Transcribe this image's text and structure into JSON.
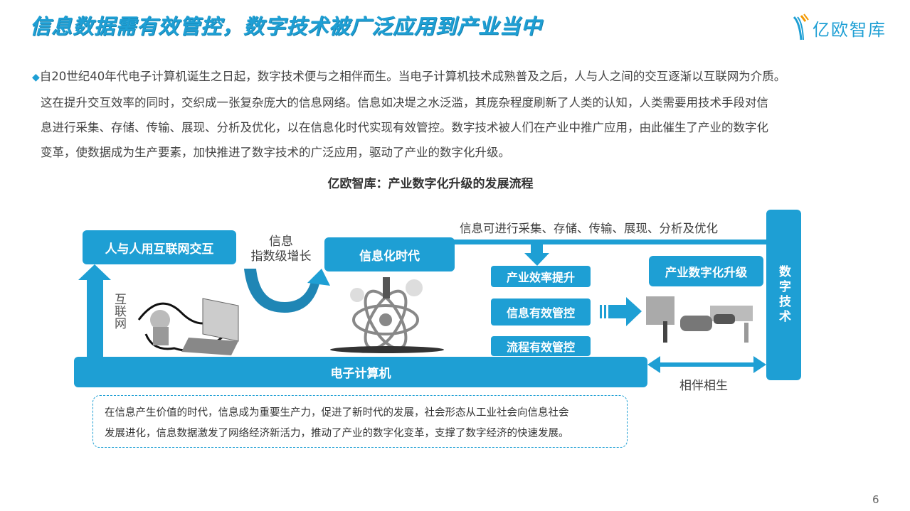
{
  "header": {
    "title": "信息数据需有效管控，数字技术被广泛应用到产业当中",
    "logo_text": "亿欧智库"
  },
  "intro": {
    "lines": [
      "自20世纪40年代电子计算机诞生之日起，数字技术便与之相伴而生。当电子计算机技术成熟普及之后，人与人之间的交互逐渐以互联网为介质。",
      "这在提升交互效率的同时，交织成一张复杂庞大的信息网络。信息如决堤之水泛滥，其庞杂程度刷新了人类的认知，人类需要用技术手段对信",
      "息进行采集、存储、传输、展现、分析及优化，以在信息化时代实现有效管控。数字技术被人们在产业中推广应用，由此催生了产业的数字化",
      "变革，使数据成为生产要素，加快推进了数字技术的广泛应用，驱动了产业的数字化升级。"
    ]
  },
  "diagram": {
    "title": "亿欧智库：产业数字化升级的发展流程",
    "internet_interaction": "人与人用互联网交互",
    "internet_label": "互联网",
    "growth_label_1": "信息",
    "growth_label_2": "指数级增长",
    "info_era": "信息化时代",
    "info_ops": "信息可进行采集、存储、传输、展现、分析及优化",
    "outcomes": [
      "产业效率提升",
      "信息有效管控",
      "流程有效管控"
    ],
    "industry_upgrade": "产业数字化升级",
    "digital_tech": "数字技术",
    "computer": "电子计算机",
    "coexist": "相伴相生",
    "summary": [
      "在信息产生价值的时代，信息成为重要生产力，促进了新时代的发展，社会形态从工业社会向信息社会",
      "发展进化，信息数据激发了网络经济新活力，推动了产业的数字化变革，支撑了数字经济的快速发展。"
    ]
  },
  "page_number": "6",
  "colors": {
    "accent": "#1e9fd4"
  }
}
